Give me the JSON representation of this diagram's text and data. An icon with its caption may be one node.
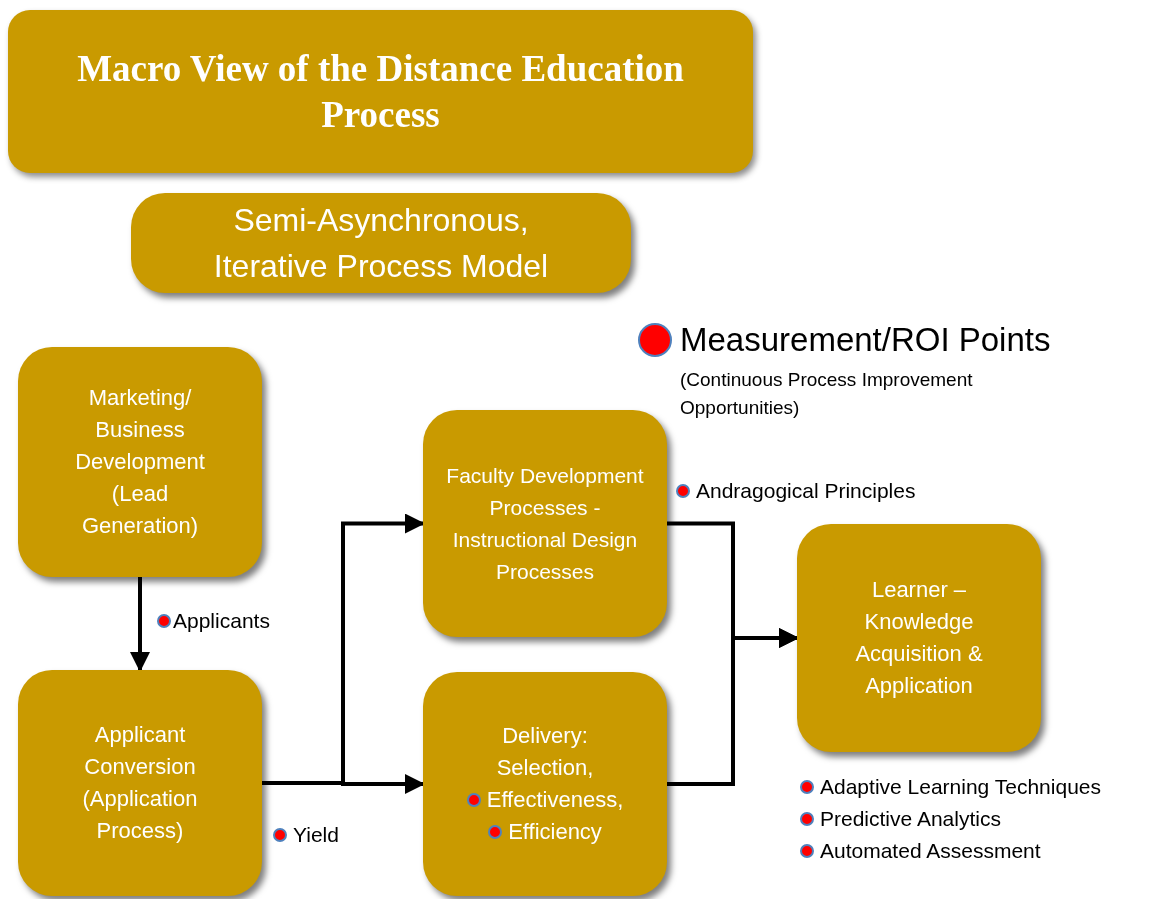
{
  "diagram": {
    "title": "Macro View of the Distance Education Process",
    "nodes": [
      {
        "text": [
          "Semi-Asynchronous, Iterative Process Model"
        ]
      },
      {
        "text": [
          "Marketing/ Business Development (Lead Generation)"
        ]
      },
      {
        "text": [
          "Applicant Conversion (Application Process)"
        ]
      },
      {
        "text": [
          "Faculty Development Processes - Instructional Design Processes"
        ]
      },
      {
        "text": [
          "Delivery: Selection,",
          "Effectiveness,",
          "Efficiency"
        ]
      },
      {
        "text": [
          "Learner – Knowledge Acquisition & Application"
        ]
      }
    ],
    "edges": [
      {
        "from": 1,
        "to": 2,
        "arrow": "to",
        "label": "Applicants"
      },
      {
        "from": 2,
        "to": 3,
        "arrow": "to"
      },
      {
        "from": 2,
        "to": 4,
        "arrow": "to"
      },
      {
        "from": 3,
        "to": 5,
        "arrow": "to"
      },
      {
        "from": 4,
        "to": 5,
        "arrow": "to"
      }
    ],
    "labels": [
      "(Continuous Process Improvement Opportunities)",
      "Andragogical Principles",
      "Yield",
      "Adaptive Learning Techniques",
      "Predictive Analytics",
      "Automated Assessment"
    ],
    "legend": [
      {
        "text": "Measurement/ROI Points",
        "color": "#ff0000"
      }
    ]
  }
}
